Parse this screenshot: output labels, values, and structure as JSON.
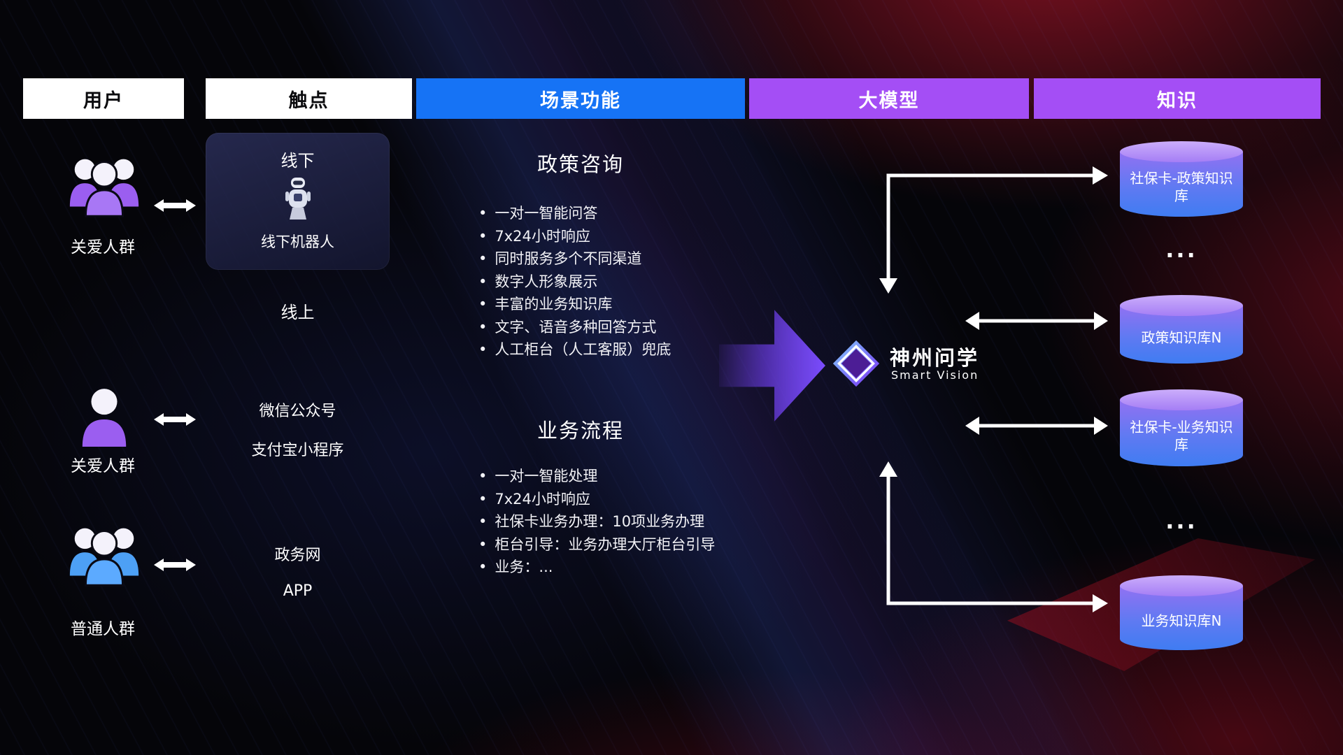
{
  "header": {
    "columns": [
      {
        "label": "用户"
      },
      {
        "label": "触点"
      },
      {
        "label": "场景功能"
      },
      {
        "label": "大模型"
      },
      {
        "label": "知识"
      }
    ]
  },
  "users": {
    "care_group_1": "关爱人群",
    "care_group_2": "关爱人群",
    "ordinary_group": "普通人群"
  },
  "touchpoints": {
    "offline_title": "线下",
    "offline_robot_label": "线下机器人",
    "online_title": "线上",
    "wechat_official": "微信公众号",
    "alipay_miniapp": "支付宝小程序",
    "gov_portal": "政务网",
    "app": "APP"
  },
  "scenarios": {
    "policy": {
      "title": "政策咨询",
      "items": [
        "一对一智能问答",
        "7x24小时响应",
        "同时服务多个不同渠道",
        "数字人形象展示",
        "丰富的业务知识库",
        "文字、语音多种回答方式",
        "人工柜台（人工客服）兜底"
      ]
    },
    "business": {
      "title": "业务流程",
      "items": [
        "一对一智能处理",
        "7x24小时响应",
        "社保卡业务办理：10项业务办理",
        "柜台引导：业务办理大厅柜台引导",
        "业务：..."
      ]
    }
  },
  "model": {
    "name": "神州问学",
    "subtitle": "Smart Vision"
  },
  "knowledge": {
    "db1": "社保卡-政策知识库",
    "dots1": "...",
    "db2": "政策知识库N",
    "db3": "社保卡-业务知识库",
    "dots2": "...",
    "db4": "业务知识库N"
  },
  "colors": {
    "header_blue": "#1673f5",
    "header_purple": "#a44ef5",
    "person_purple": "#9b5ef0",
    "person_blue": "#4da0f5",
    "db_top": "#bb97f8",
    "db_bottom": "#3f7cf2",
    "flow_arrow": "#7c4dff",
    "red_glow": "#c81e32"
  }
}
